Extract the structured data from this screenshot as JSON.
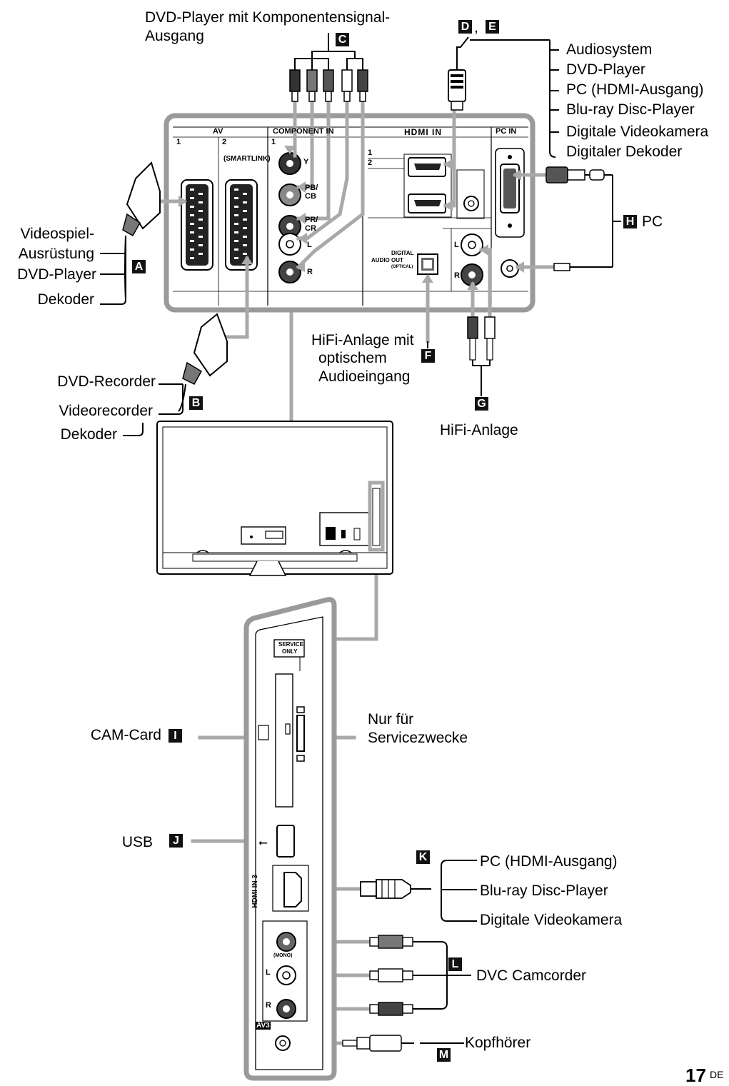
{
  "labels": {
    "dvd_component": "DVD-Player mit Komponentensignal-",
    "dvd_component_2": "Ausgang",
    "audiosystem": "Audiosystem",
    "dvd_player_d": "DVD-Player",
    "pc_hdmi_top": "PC (HDMI-Ausgang)",
    "bluray_top": "Blu-ray Disc-Player",
    "videokamera_top": "Digitale Videokamera",
    "dekoder_top": "Digitaler Dekoder",
    "videospiel_1": "Videospiel-",
    "videospiel_2": "Ausrüstung",
    "dvd_player_a": "DVD-Player",
    "dekoder_a": "Dekoder",
    "pc": "PC",
    "hifi_optical_1": "HiFi-Anlage mit",
    "hifi_optical_2": "optischem",
    "hifi_optical_3": "Audioeingang",
    "dvd_recorder": "DVD-Recorder",
    "videorecorder": "Videorecorder",
    "dekoder_b": "Dekoder",
    "hifi": "HiFi-Anlage",
    "cam_card": "CAM-Card",
    "nur_fuer_1": "Nur für",
    "nur_fuer_2": "Servicezwecke",
    "usb": "USB",
    "pc_hdmi_k": "PC (HDMI-Ausgang)",
    "bluray_k": "Blu-ray Disc-Player",
    "videokamera_k": "Digitale Videokamera",
    "dvc": "DVC Camcorder",
    "kopfhoerer": "Kopfhörer"
  },
  "badges": {
    "a": "A",
    "b": "B",
    "c": "C",
    "d": "D",
    "comma": ",",
    "e": "E",
    "f": "F",
    "g": "G",
    "h": "H",
    "i": "I",
    "j": "J",
    "k": "K",
    "l": "L",
    "m": "M"
  },
  "panel": {
    "av": "AV",
    "av1": "1",
    "av2": "2",
    "smartlink": "(SMARTLINK)",
    "component_in": "COMPONENT IN",
    "comp1": "1",
    "y": "Y",
    "pb": "PB/",
    "cb": "CB",
    "pr": "PR/",
    "cr": "CR",
    "l": "L",
    "r": "R",
    "hdmi_in": "HDMI IN",
    "hdmi1": "1",
    "hdmi2": "2",
    "pc_in": "PC IN",
    "digital_audio_1": "DIGITAL",
    "digital_audio_2": "AUDIO OUT",
    "optical": "(OPTICAL)",
    "audio_l": "L",
    "audio_r": "R",
    "av3": "AV3",
    "mono": "(MONO)",
    "service_only_1": "SERVICE",
    "service_only_2": "ONLY",
    "side_l": "L",
    "side_r": "R",
    "hdmi3": "HDMI IN 3"
  },
  "page": {
    "number": "17",
    "suffix": "DE"
  },
  "colors": {
    "cable": "#a9a9a9",
    "panel_border": "#9a9a9a",
    "badge": "#111111",
    "text": "#000000"
  }
}
